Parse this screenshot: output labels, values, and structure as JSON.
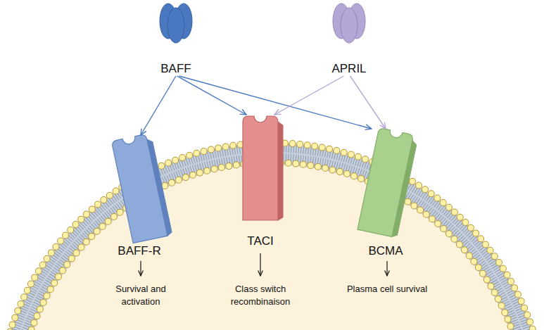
{
  "diagram": {
    "nodes": [
      {
        "text": [
          "BAFF"
        ]
      },
      {
        "text": [
          "APRIL"
        ]
      },
      {
        "text": [
          "BAFF-R"
        ]
      },
      {
        "text": [
          "TACI"
        ]
      },
      {
        "text": [
          "BCMA"
        ]
      }
    ],
    "edges": [
      {
        "from": 0,
        "to": 2,
        "arrow": "to"
      },
      {
        "from": 0,
        "to": 3,
        "arrow": "to"
      },
      {
        "from": 0,
        "to": 4,
        "arrow": "to"
      },
      {
        "from": 1,
        "to": 3,
        "arrow": "to"
      },
      {
        "from": 1,
        "to": 4,
        "arrow": "to"
      }
    ],
    "labels": [
      "Survival and activation",
      "Class switch recombinaison",
      "Plasma cell survival"
    ]
  }
}
